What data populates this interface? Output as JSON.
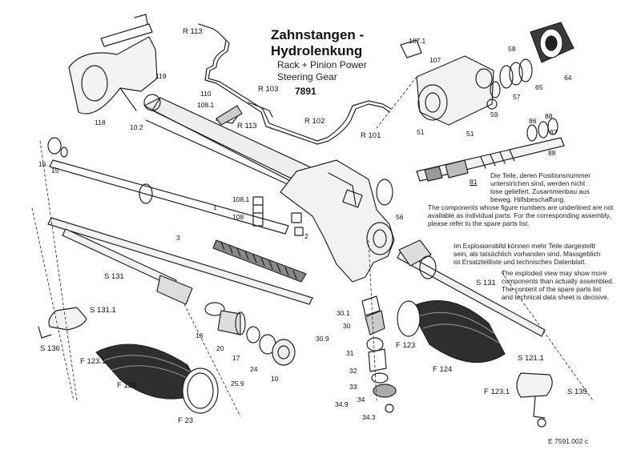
{
  "title_lines": [
    "Zahnstangen -",
    "Hydrolenkung"
  ],
  "subtitle_lines": [
    "Rack + Pinion Power",
    "Steering Gear"
  ],
  "part_number": "7891",
  "notes": [
    "Die Teile, deren Positionsnummer\nunterstrichen sind, werden nicht\nlose geliefert. Zusammenbau aus\nbeweg. Hilfsbeschaffung.",
    "The components whose figure numbers are underlined are not\navailable as individual parts. For the corresponding assembly,\nplease refer to the spare parts list.",
    "Im Explosionsbild können mehr Teile dargestellt\nsein, als tatsächlich vorhanden sind. Massgeblich\nist Ersatzteilliste und technisches Datenblatt.",
    "The exploded view may show more\ncomponents than actually assembled.\nThe content of the spare parts list\nand technical data sheet is decisive."
  ],
  "document_id": "E 7591.002 c",
  "labels": [
    {
      "id": "119",
      "text": "119"
    },
    {
      "id": "118",
      "text": "118"
    },
    {
      "id": "R113a",
      "text": "R 113"
    },
    {
      "id": "R113b",
      "text": "R 113"
    },
    {
      "id": "R103",
      "text": "R 103"
    },
    {
      "id": "R102",
      "text": "R 102"
    },
    {
      "id": "R101",
      "text": "R 101"
    },
    {
      "id": "110",
      "text": "110"
    },
    {
      "id": "108.1a",
      "text": "108.1"
    },
    {
      "id": "10.2",
      "text": "10.2"
    },
    {
      "id": "16",
      "text": "16"
    },
    {
      "id": "15",
      "text": "15"
    },
    {
      "id": "1",
      "text": "1"
    },
    {
      "id": "108.1b",
      "text": "108.1"
    },
    {
      "id": "108",
      "text": "108"
    },
    {
      "id": "2",
      "text": "2"
    },
    {
      "id": "3",
      "text": "3"
    },
    {
      "id": "107.1",
      "text": "107.1"
    },
    {
      "id": "107",
      "text": "107"
    },
    {
      "id": "58",
      "text": "58"
    },
    {
      "id": "64",
      "text": "64"
    },
    {
      "id": "65",
      "text": "65"
    },
    {
      "id": "57",
      "text": "57"
    },
    {
      "id": "59",
      "text": "59"
    },
    {
      "id": "51",
      "text": "51"
    },
    {
      "id": "51b",
      "text": "51"
    },
    {
      "id": "86",
      "text": "86"
    },
    {
      "id": "88",
      "text": "88"
    },
    {
      "id": "87",
      "text": "87"
    },
    {
      "id": "88b",
      "text": "88"
    },
    {
      "id": "81",
      "text": "81"
    },
    {
      "id": "56",
      "text": "56"
    },
    {
      "id": "S131a",
      "text": "S 131"
    },
    {
      "id": "S131b",
      "text": "S 131"
    },
    {
      "id": "S131.1",
      "text": "S 131.1"
    },
    {
      "id": "S136",
      "text": "S 136"
    },
    {
      "id": "F123.1a",
      "text": "F 123.1"
    },
    {
      "id": "F124a",
      "text": "F 124"
    },
    {
      "id": "F23",
      "text": "F 23"
    },
    {
      "id": "16b",
      "text": "16"
    },
    {
      "id": "20",
      "text": "20"
    },
    {
      "id": "17",
      "text": "17"
    },
    {
      "id": "24",
      "text": "24"
    },
    {
      "id": "25.9",
      "text": "25.9"
    },
    {
      "id": "10",
      "text": "10"
    },
    {
      "id": "30.1",
      "text": "30.1"
    },
    {
      "id": "30",
      "text": "30"
    },
    {
      "id": "30.9",
      "text": "30.9"
    },
    {
      "id": "31",
      "text": "31"
    },
    {
      "id": "32",
      "text": "32"
    },
    {
      "id": "33",
      "text": "33"
    },
    {
      "id": "34",
      "text": "34"
    },
    {
      "id": "34.9",
      "text": "34.9"
    },
    {
      "id": "34.3",
      "text": "34.3"
    },
    {
      "id": "F123",
      "text": "F 123"
    },
    {
      "id": "F124b",
      "text": "F 124"
    },
    {
      "id": "S121.1",
      "text": "S 121.1"
    },
    {
      "id": "F123.1b",
      "text": "F 123.1"
    },
    {
      "id": "S135",
      "text": "S 135"
    }
  ]
}
